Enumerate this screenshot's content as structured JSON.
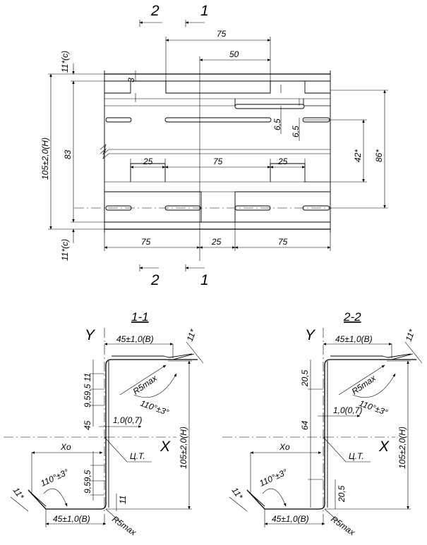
{
  "plan_view": {
    "section_2_top": "2",
    "section_1_top": "1",
    "section_2_bottom": "2",
    "section_1_bottom": "1",
    "dim_75_top": "75",
    "dim_50": "50",
    "dim_3": "3",
    "dim_11c_top": "11*(c)",
    "dim_105_H": "105±2,0(H)",
    "dim_83": "83",
    "dim_11c_bottom": "11*(c)",
    "dim_6_5_a": "6,5",
    "dim_6_5_b": "6,5",
    "dim_42": "42*",
    "dim_86": "86*",
    "dim_25_left": "25",
    "dim_75_mid": "75",
    "dim_25_right": "25",
    "dim_75_bl": "75",
    "dim_25_bm": "25",
    "dim_75_br": "75"
  },
  "section_1": {
    "title": "1-1",
    "axis_y": "Y",
    "axis_x": "X",
    "flange_top": "45±1,0(B)",
    "lip_top": "11*",
    "radius_top": "R5max",
    "angle_top": "110°±3°",
    "thickness": "1,0(0,7)",
    "height": "105±2,0(H)",
    "web_dims_top": "9,59,5 11",
    "web_mid": "45",
    "web_dims_bottom": "9,59,5",
    "web_bottom_11": "11",
    "xo": "Xo",
    "centroid": "Ц.Т.",
    "lip_bottom": "11*",
    "angle_bottom": "110°±3°",
    "flange_bottom": "45±1,0(B)",
    "radius_bottom": "R5max"
  },
  "section_2": {
    "title": "2-2",
    "axis_y": "Y",
    "axis_x": "X",
    "flange_top": "45±1,0(B)",
    "lip_top": "11*",
    "radius_top": "R5max",
    "angle_top": "110°±3°",
    "thickness": "1,0(0,7)",
    "height": "105±2,0(H)",
    "web_top": "20,5",
    "web_mid": "64",
    "web_bottom": "20,5",
    "xo": "Xo",
    "centroid": "Ц.Т.",
    "lip_bottom": "11*",
    "angle_bottom": "110°±3°",
    "flange_bottom": "45±1,0(B)",
    "radius_bottom": "R5max"
  }
}
